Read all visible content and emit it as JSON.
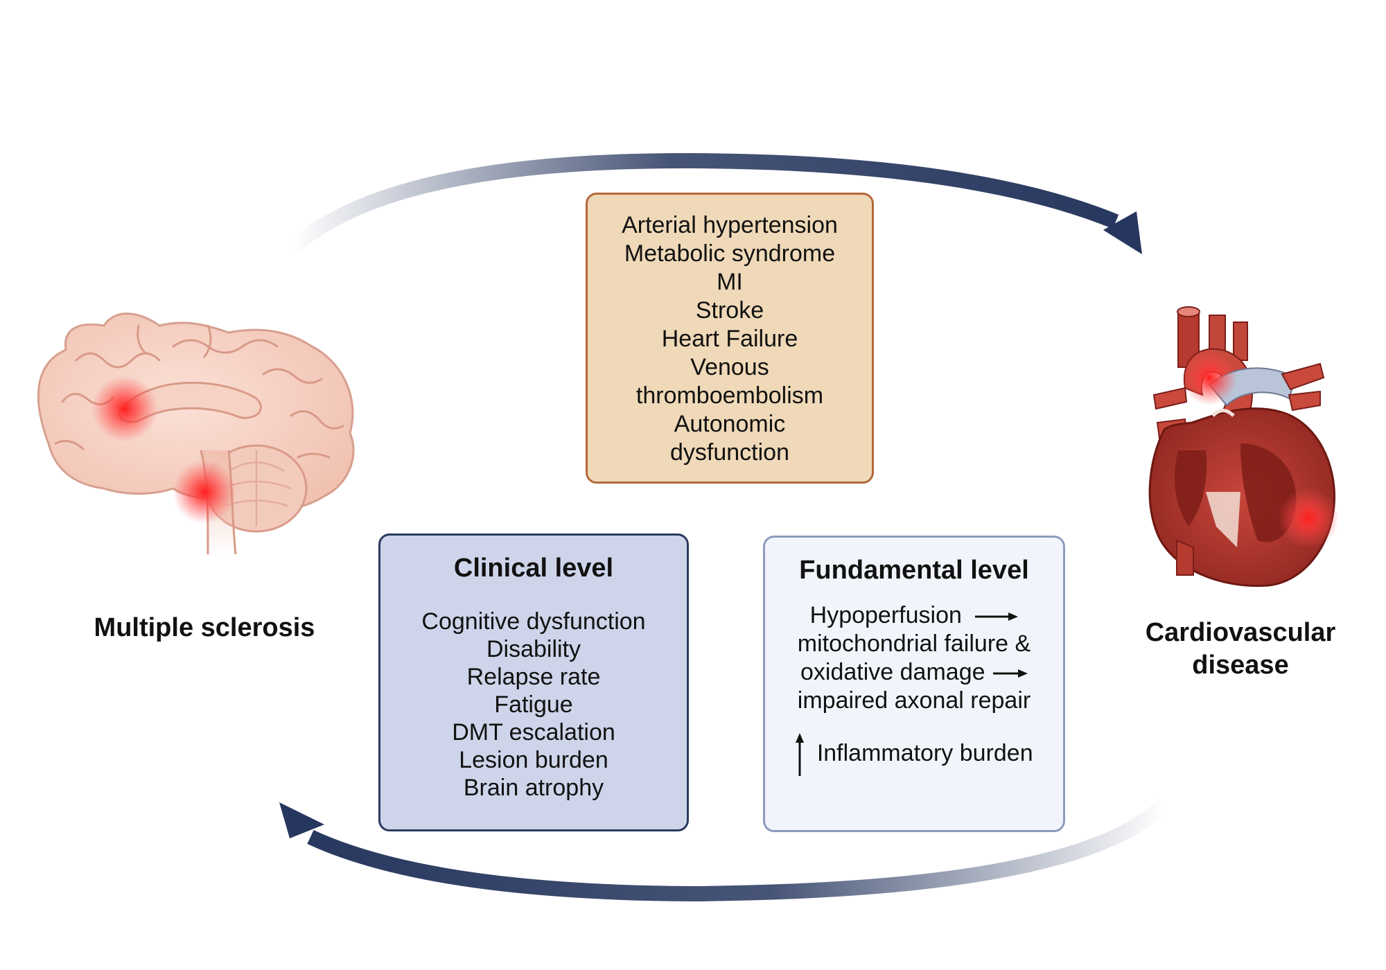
{
  "ms_label": "Multiple sclerosis",
  "cvd_label": [
    "Cardiovascular",
    "disease"
  ],
  "top_box": {
    "lines": [
      "Arterial hypertension",
      "Metabolic syndrome",
      "MI",
      "Stroke",
      "Heart Failure",
      "Venous",
      "thromboembolism",
      "Autonomic",
      "dysfunction"
    ]
  },
  "clinical_box": {
    "title": "Clinical level",
    "lines": [
      "Cognitive dysfunction",
      "Disability",
      "Relapse rate",
      "Fatigue",
      "DMT escalation",
      "Lesion burden",
      "Brain atrophy"
    ]
  },
  "fundamental_box": {
    "title": "Fundamental level",
    "line1": "Hypoperfusion",
    "line2": "mitochondrial failure &",
    "line3": "oxidative damage",
    "line4": "impaired axonal repair",
    "line5": "Inflammatory burden"
  },
  "colors": {
    "arrow": "#26365e",
    "top_box_fill": "#efd9b8",
    "top_box_border": "#b3683a",
    "clinical_fill": "#ced5ea",
    "clinical_border": "#2b3a60",
    "fundamental_fill": "#f1f5fb",
    "fundamental_border": "#8e9bbd",
    "highlight": "#ff2a2a"
  },
  "icons": [
    "brain-icon",
    "heart-icon"
  ]
}
